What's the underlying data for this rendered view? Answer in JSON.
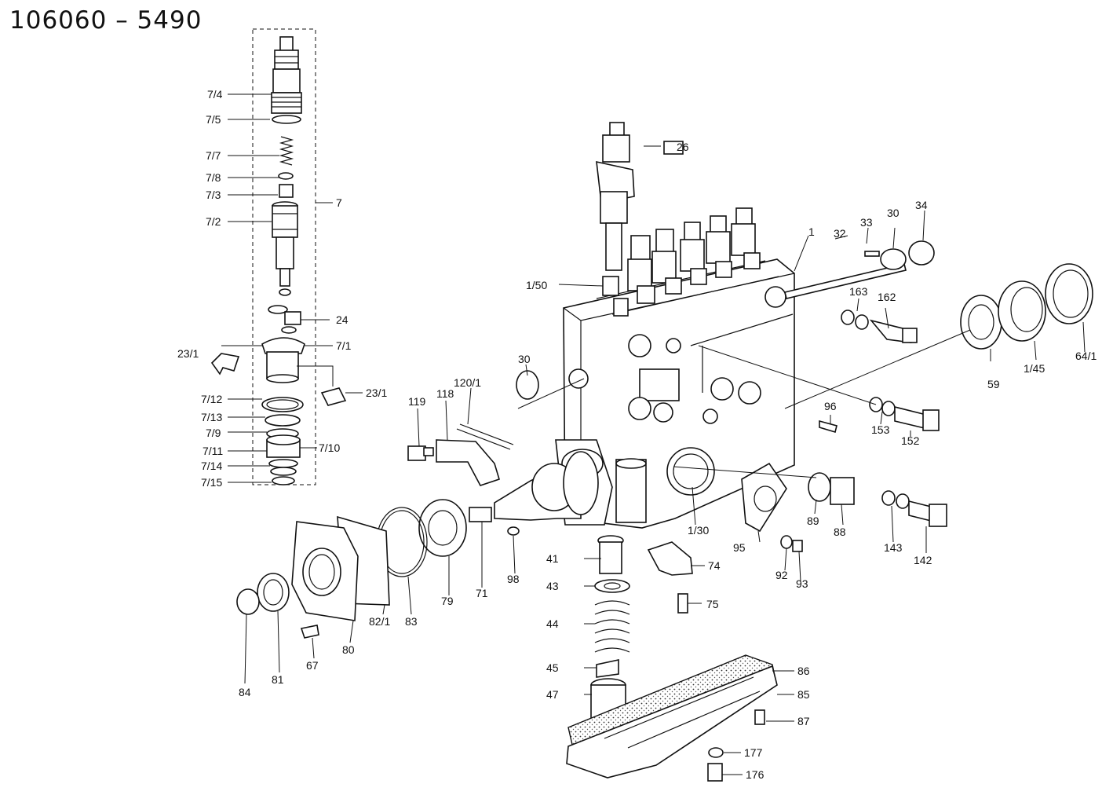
{
  "title": "106060 – 5490",
  "labels": {
    "l7_4": "7/4",
    "l7_5": "7/5",
    "l7_7": "7/7",
    "l7_8": "7/8",
    "l7_3": "7/3",
    "l7_2": "7/2",
    "l7": "7",
    "l24": "24",
    "l23_1a": "23/1",
    "l7_1": "7/1",
    "l23_1b": "23/1",
    "l7_12": "7/12",
    "l7_13": "7/13",
    "l7_9": "7/9",
    "l7_10": "7/10",
    "l7_11": "7/11",
    "l7_14": "7/14",
    "l7_15": "7/15",
    "l26": "26",
    "l1": "1",
    "l32": "32",
    "l33": "33",
    "l30a": "30",
    "l34": "34",
    "l163": "163",
    "l162": "162",
    "l1_50": "1/50",
    "l30b": "30",
    "l120_1": "120/1",
    "l118": "118",
    "l119": "119",
    "l59": "59",
    "l1_45": "1/45",
    "l64_1": "64/1",
    "l96": "96",
    "l153": "153",
    "l152": "152",
    "l89": "89",
    "l88": "88",
    "l143": "143",
    "l142": "142",
    "l1_30": "1/30",
    "l95": "95",
    "l92": "92",
    "l93": "93",
    "l74": "74",
    "l75": "75",
    "l41": "41",
    "l43": "43",
    "l44": "44",
    "l45": "45",
    "l47": "47",
    "l86": "86",
    "l85": "85",
    "l87": "87",
    "l177": "177",
    "l176": "176",
    "l71": "71",
    "l98": "98",
    "l79": "79",
    "l83": "83",
    "l82_1": "82/1",
    "l80": "80",
    "l67": "67",
    "l81": "81",
    "l84": "84"
  }
}
